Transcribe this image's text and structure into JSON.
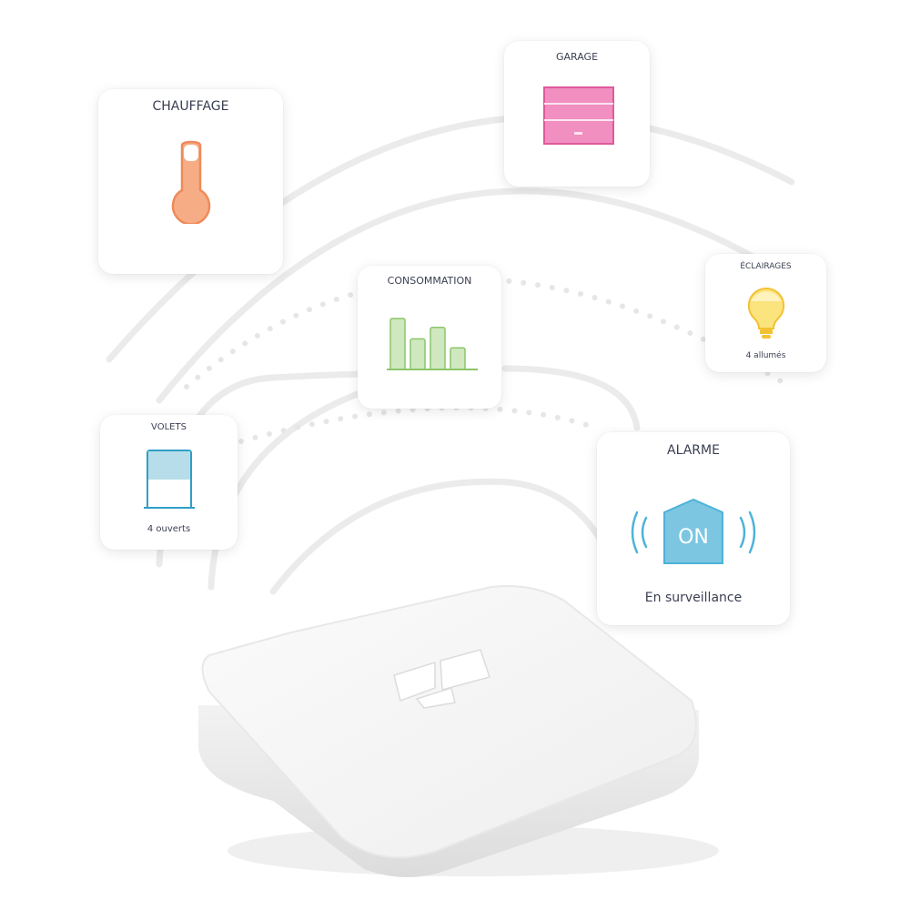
{
  "tiles": {
    "chauffage": {
      "title": "CHAUFFAGE",
      "icon": "thermometer-icon",
      "color": "#f4a37a"
    },
    "garage": {
      "title": "GARAGE",
      "icon": "garage-door-icon",
      "color": "#e0599c"
    },
    "consommation": {
      "title": "CONSOMMATION",
      "icon": "bar-chart-icon",
      "color": "#8cc56b",
      "bars": [
        4,
        2.4,
        3.3,
        1.7
      ]
    },
    "eclairages": {
      "title": "ÉCLAIRAGES",
      "subtitle": "4 allumés",
      "icon": "light-bulb-icon",
      "color": "#f6d04d"
    },
    "volets": {
      "title": "VOLETS",
      "subtitle": "4 ouverts",
      "icon": "window-shutter-icon",
      "color": "#5cb6d3"
    },
    "alarme": {
      "title": "ALARME",
      "subtitle": "En surveillance",
      "icon": "alarm-house-icon",
      "badge": "ON",
      "color": "#4eb3d9"
    }
  },
  "hub": {
    "icon": "hub-device"
  }
}
